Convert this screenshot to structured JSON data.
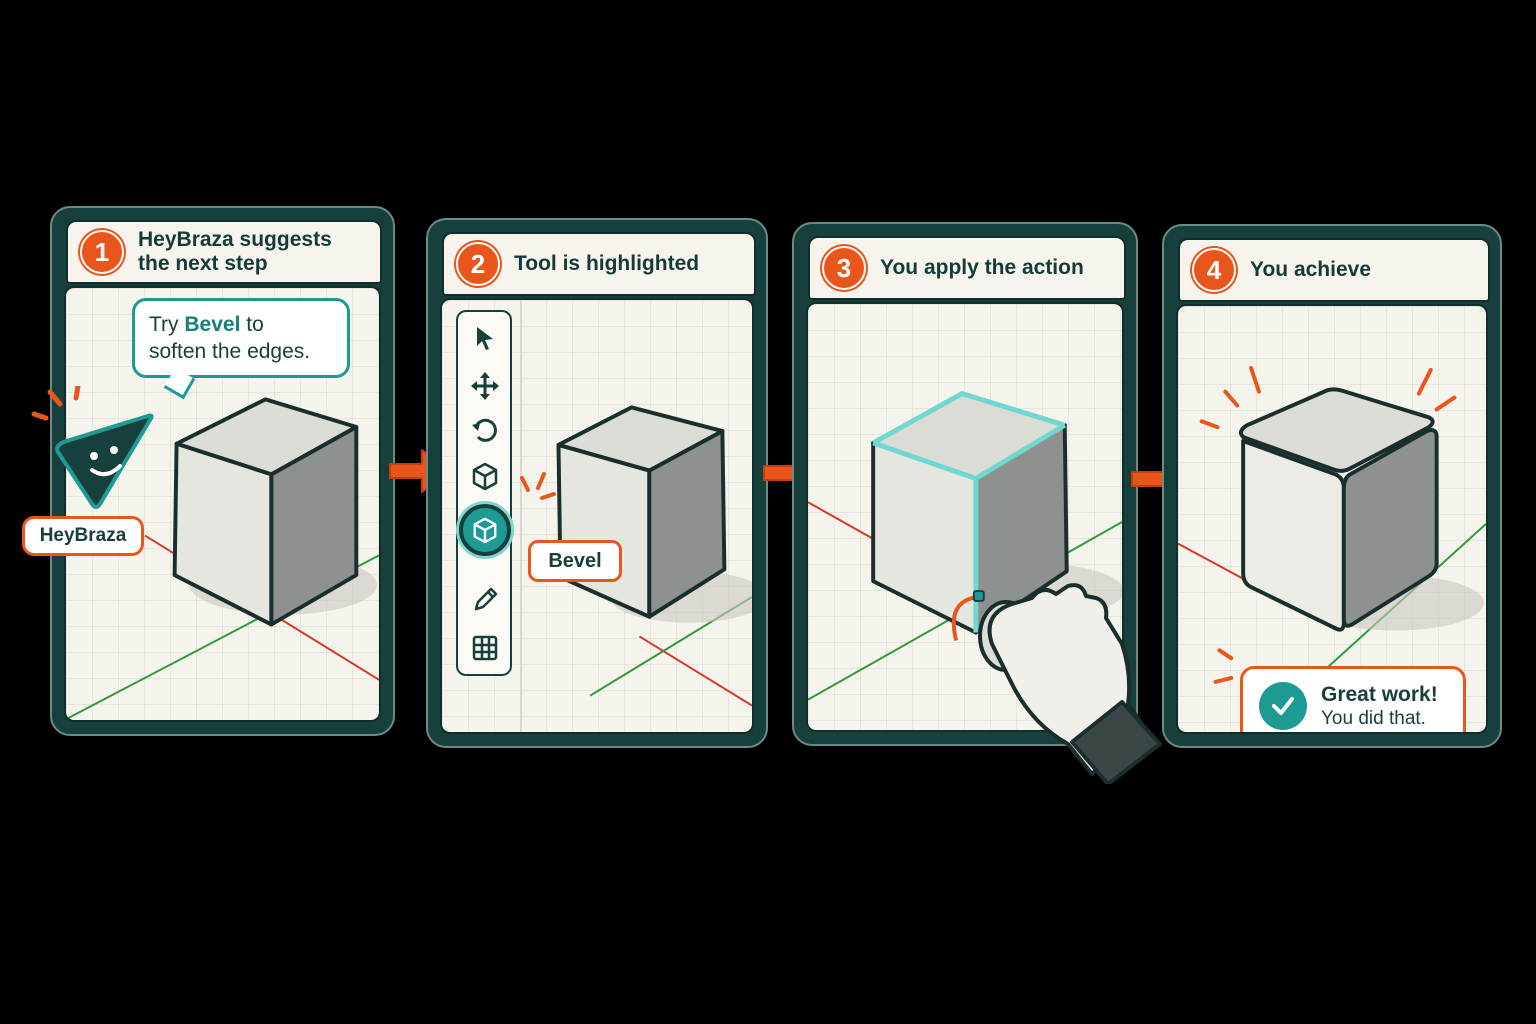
{
  "steps": [
    {
      "number": "1",
      "title": "HeyBraza suggests\nthe next step",
      "assistant": {
        "message_prefix": "Try ",
        "message_highlight": "Bevel",
        "message_suffix": " to\nsoften the edges.",
        "name": "HeyBraza"
      }
    },
    {
      "number": "2",
      "title": "Tool is highlighted",
      "toolbar": {
        "tools": [
          "select-arrow",
          "move",
          "rotate",
          "cube",
          "bevel",
          "pencil",
          "grid"
        ],
        "active_tool": "bevel",
        "active_label": "Bevel"
      }
    },
    {
      "number": "3",
      "title": "You apply the action"
    },
    {
      "number": "4",
      "title": "You achieve",
      "toast": {
        "title": "Great work!",
        "subtitle": "You did that."
      }
    }
  ],
  "colors": {
    "accent_orange": "#e8561c",
    "accent_teal": "#1e9a95",
    "frame_dark": "#173f3c",
    "canvas": "#f4f3ec",
    "axis_x": "#d9372b",
    "axis_y": "#2f9a3c"
  }
}
